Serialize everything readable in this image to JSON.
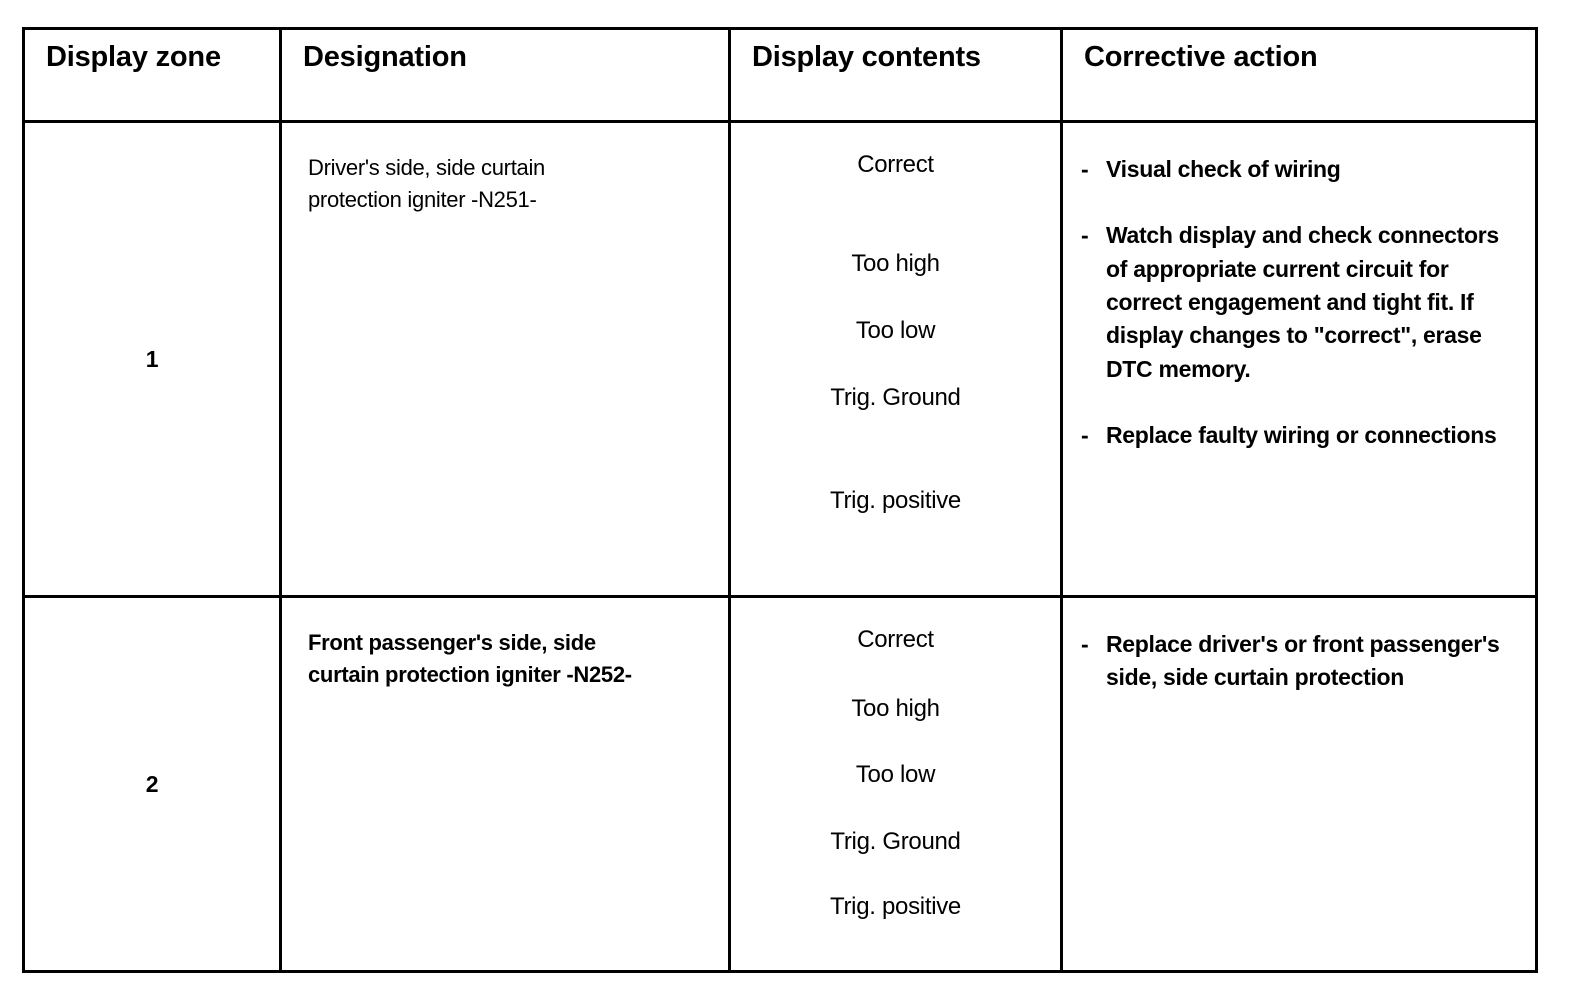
{
  "table": {
    "columns": [
      {
        "key": "zone",
        "label": "Display zone"
      },
      {
        "key": "desig",
        "label": "Designation"
      },
      {
        "key": "contents",
        "label": "Display contents"
      },
      {
        "key": "action",
        "label": "Corrective action"
      }
    ],
    "rows": [
      {
        "zone": "1",
        "designation": "Driver's side, side curtain protection igniter -N251-",
        "designation_line1": "Driver's side, side curtain",
        "designation_line2": "protection igniter -N251-",
        "contents": [
          "Correct",
          "Too high",
          "Too low",
          "Trig. Ground",
          "Trig. positive"
        ],
        "actions": [
          {
            "dash": "-",
            "text": "Visual check of wiring"
          },
          {
            "dash": "-",
            "text": "Watch display and check connectors of appropriate current circuit for correct engagement and tight fit. If display changes to \"correct\", erase DTC memory."
          },
          {
            "dash": "-",
            "text": "Replace faulty wiring or connections"
          }
        ]
      },
      {
        "zone": "2",
        "designation": "Front passenger's side, side curtain protection igniter -N252-",
        "designation_line1": "Front passenger's side, side",
        "designation_line2": "curtain protection igniter -N252-",
        "contents": [
          "Correct",
          "Too high",
          "Too low",
          "Trig. Ground",
          "Trig. positive"
        ],
        "actions": [
          {
            "dash": "-",
            "text": "Replace driver's or front passenger's side, side curtain protection"
          }
        ]
      }
    ]
  },
  "colors": {
    "border": "#000000",
    "text": "#000000",
    "background": "#ffffff"
  }
}
